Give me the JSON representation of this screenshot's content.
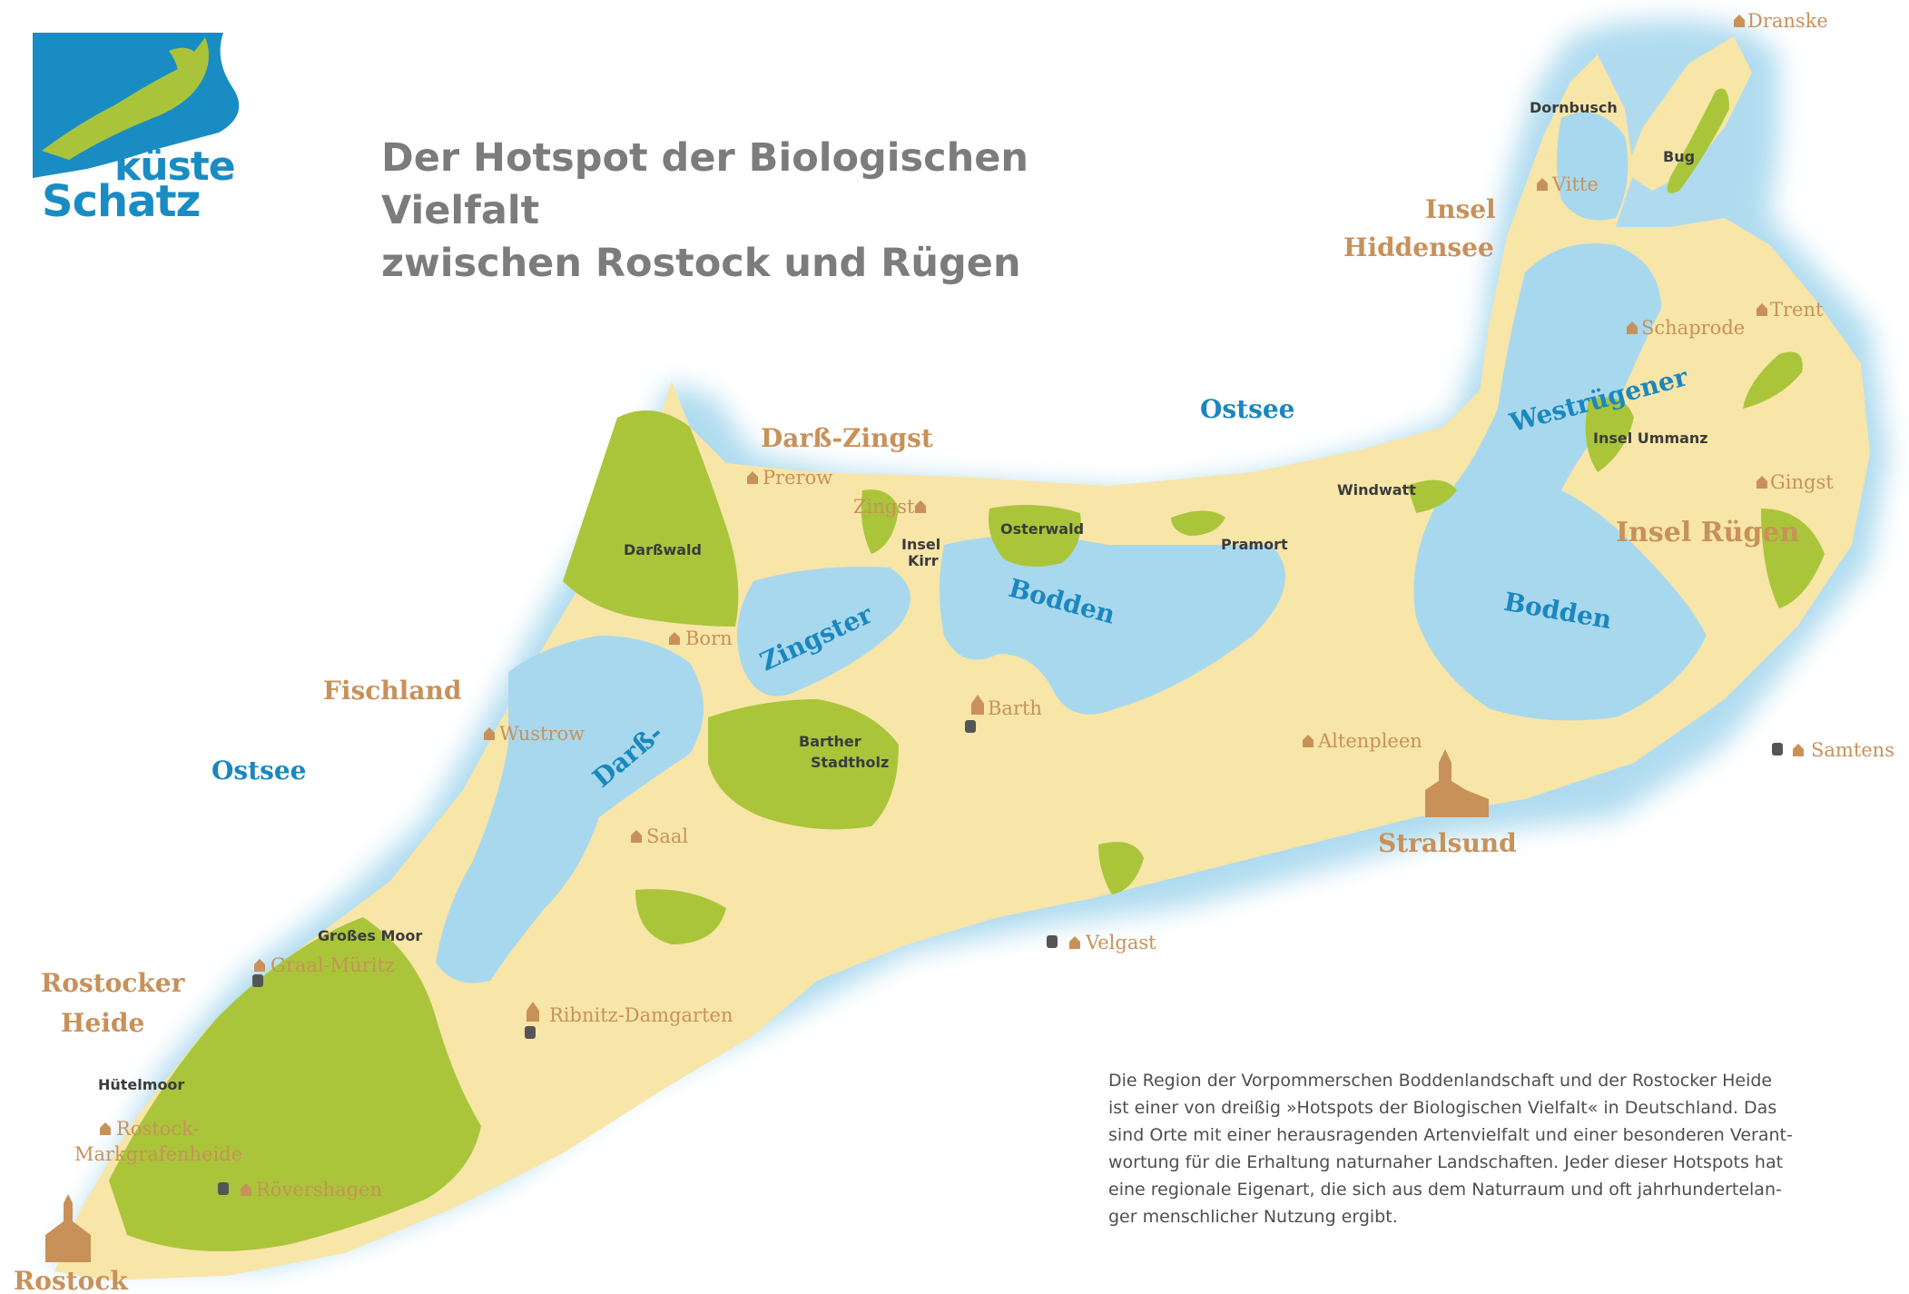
{
  "logo": {
    "word1": "küste",
    "word2": "Schatz"
  },
  "title": {
    "line1": "Der Hotspot der Biologischen Vielfalt",
    "line2": "zwischen Rostock und Rügen"
  },
  "description": [
    "Die Region der Vorpommerschen Boddenlandschaft und der Rostocker Heide",
    "ist einer von dreißig »Hotspots der Biologischen Vielfalt« in Deutschland. Das",
    "sind Orte mit einer herausragenden Artenvielfalt und einer besonderen Verant-",
    "wortung für die Erhaltung naturnaher Landschaften. Jeder dieser Hotspots hat",
    "eine regionale Eigenart, die sich aus dem Naturraum und oft jahrhundertelan-",
    "ger menschlicher Nutzung ergibt."
  ],
  "water_labels": {
    "ostsee_west": "Ostsee",
    "ostsee_north": "Ostsee",
    "darss": "Darß-",
    "zingster": "Zingster",
    "bodden_mid": "Bodden",
    "westruegener": "Westrügener",
    "bodden_east": "Bodden"
  },
  "regions": {
    "darss_zingst": "Darß-Zingst",
    "fischland": "Fischland",
    "rostocker_heide_1": "Rostocker",
    "rostocker_heide_2": "Heide",
    "insel_hiddensee_1": "Insel",
    "insel_hiddensee_2": "Hiddensee",
    "insel_ruegen": "Insel Rügen"
  },
  "cities": {
    "rostock": "Rostock",
    "stralsund": "Stralsund"
  },
  "towns": {
    "dranske": "Dranske",
    "vitte": "Vitte",
    "trent": "Trent",
    "schaprode": "Schaprode",
    "gingst": "Gingst",
    "samtens": "Samtens",
    "prerow": "Prerow",
    "zingst": "Zingst",
    "born": "Born",
    "wustrow": "Wustrow",
    "saal": "Saal",
    "barth": "Barth",
    "altenpleen": "Altenpleen",
    "velgast": "Velgast",
    "graal_mueritz": "Graal-Müritz",
    "ribnitz": "Ribnitz-Damgarten",
    "rostock_mark_1": "Rostock-",
    "rostock_mark_2": "Markgrafenheide",
    "roevershagen": "Rövershagen"
  },
  "areas": {
    "dornbusch": "Dornbusch",
    "bug": "Bug",
    "insel_ummanz": "Insel Ummanz",
    "windwatt": "Windwatt",
    "pramort": "Pramort",
    "osterwald": "Osterwald",
    "insel_kirr_1": "Insel",
    "insel_kirr_2": "Kirr",
    "darsswald": "Darßwald",
    "barther_1": "Barther",
    "barther_2": "Stadtholz",
    "grosses_moor": "Großes Moor",
    "huetelmoor": "Hütelmoor"
  },
  "colors": {
    "water": "#a8d8ee",
    "land": "#f8e5a8",
    "forest": "#aac53a",
    "region_text": "#c8915a",
    "town_text": "#c8915a",
    "water_text": "#1b87bf",
    "area_text": "#3b3b3b",
    "title_text": "#7c7c7c",
    "logo_blue": "#1a8cc4",
    "logo_green": "#a9c43a"
  }
}
